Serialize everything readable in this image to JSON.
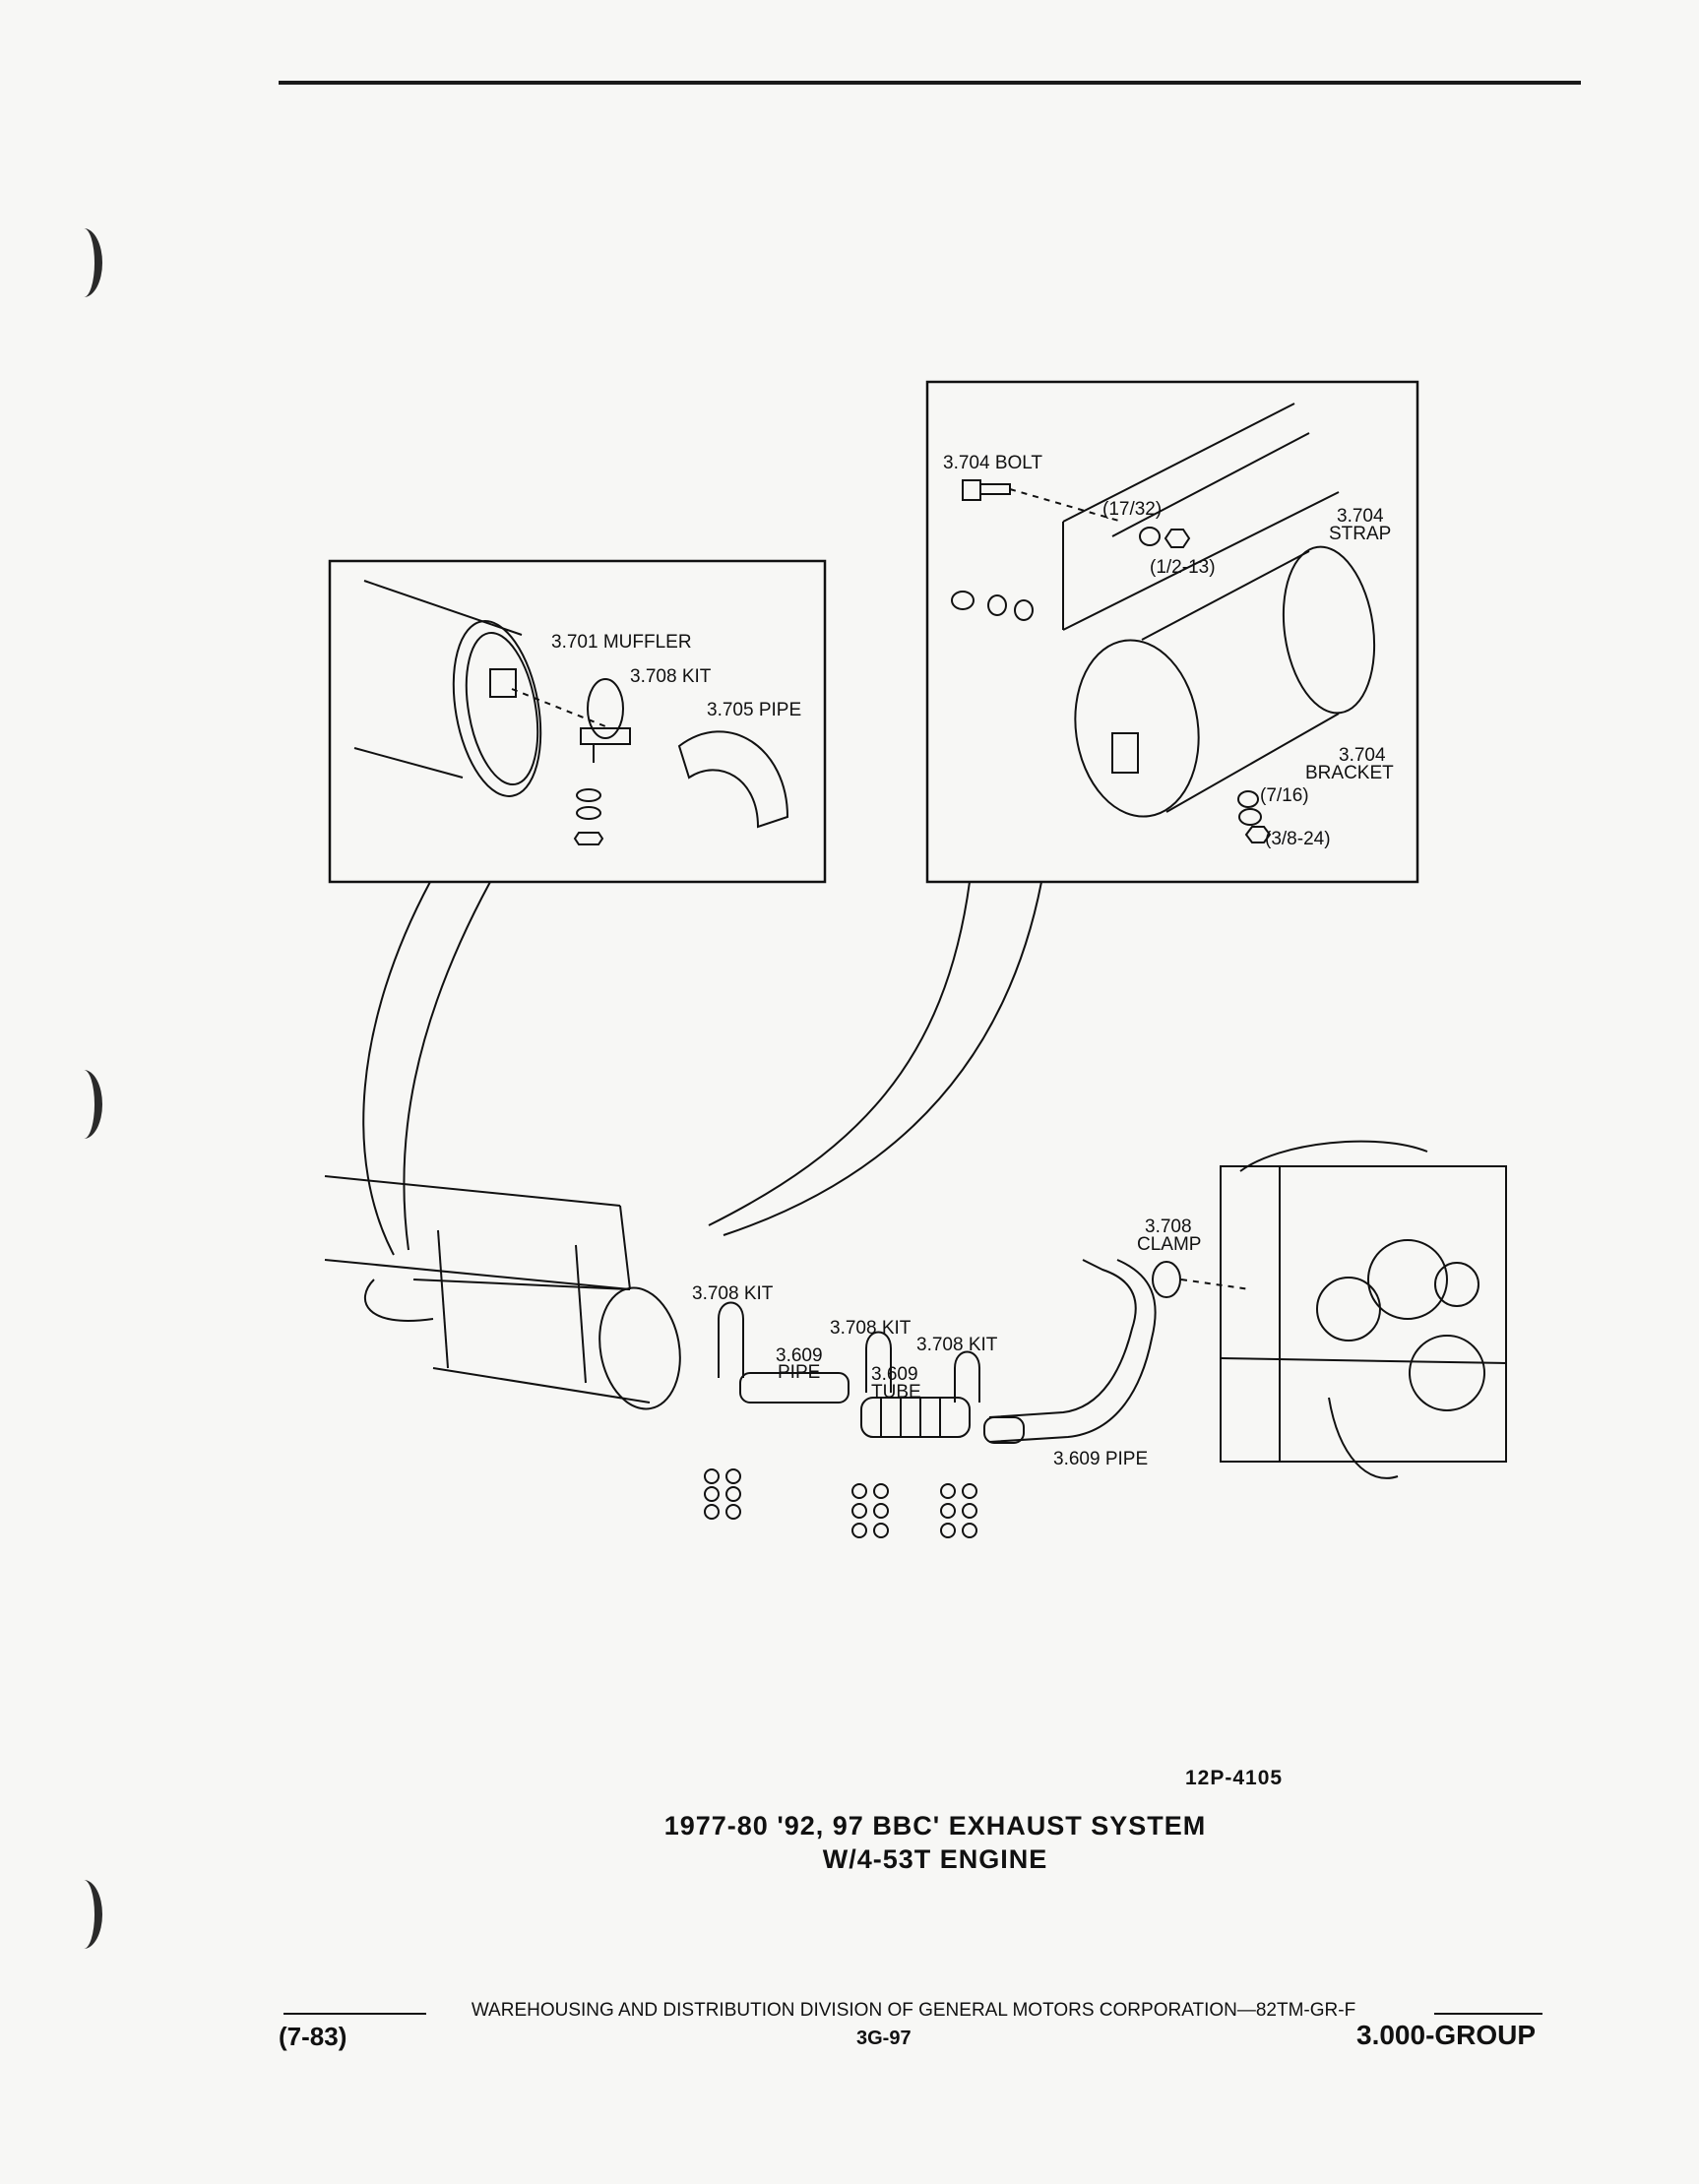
{
  "callouts": {
    "muffler": "3.701 MUFFLER",
    "kit_inset": "3.708 KIT",
    "pipe_705": "3.705 PIPE",
    "bolt": "3.704 BOLT",
    "size_1732": "(17/32)",
    "size_1213": "(1/2-13)",
    "strap_num": "3.704",
    "strap": "STRAP",
    "bracket_num": "3.704",
    "bracket": "BRACKET",
    "size_716": "(7/16)",
    "size_3824": "(3/8-24)",
    "clamp_num": "3.708",
    "clamp": "CLAMP",
    "kit_1": "3.708 KIT",
    "kit_2": "3.708 KIT",
    "kit_3": "3.708 KIT",
    "pipe_609_num": "3.609",
    "pipe_609": "PIPE",
    "tube_609_num": "3.609",
    "tube_609": "TUBE",
    "pipe_609_lower": "3.609 PIPE"
  },
  "figure_number": "12P-4105",
  "caption": {
    "line1": "1977-80 '92, 97 BBC' EXHAUST SYSTEM",
    "line2": "W/4-53T ENGINE"
  },
  "footer": {
    "line": "WAREHOUSING AND DISTRIBUTION DIVISION OF GENERAL MOTORS CORPORATION—82TM-GR-F",
    "date": "(7-83)",
    "page": "3G-97",
    "group": "3.000-GROUP"
  }
}
